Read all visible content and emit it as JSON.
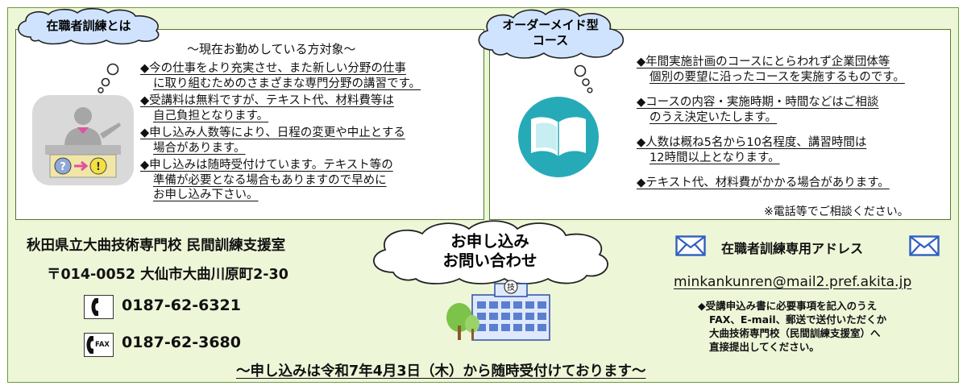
{
  "left_panel": {
    "cloud_label": "在職者訓練とは",
    "subtitle": "～現在お勤めしている方対象～",
    "bullets": [
      {
        "lines": [
          "◆今の仕事をより充実させ、また新しい分野の仕事",
          "に取り組むためのさまざまな専門分野の講習です。"
        ]
      },
      {
        "lines": [
          "◆受講料は無料ですが、テキスト代、材料費等は",
          "自己負担となります。"
        ]
      },
      {
        "lines": [
          "◆申し込み人数等により、日程の変更や中止とする",
          "場合があります。"
        ]
      },
      {
        "lines": [
          "◆申し込みは随時受付けています。テキスト等の",
          "準備が必要となる場合もありますので早めに",
          "お申し込み下さい。"
        ]
      }
    ]
  },
  "right_panel": {
    "cloud_line1": "オーダーメイド型",
    "cloud_line2": "コース",
    "bullets": [
      {
        "lines": [
          "◆年間実施計画のコースにとらわれず企業団体等",
          "個別の要望に沿ったコースを実施するものです。"
        ]
      },
      {
        "lines": [
          "◆コースの内容・実施時期・時間などはご相談",
          "のうえ決定いたします。"
        ]
      },
      {
        "lines": [
          "◆人数は概ね5名から10名程度、講習時間は",
          "12時間以上となります。"
        ]
      },
      {
        "lines": [
          "◆テキスト代、材料費がかかる場合があります。"
        ]
      }
    ],
    "note": "※電話等でご相談ください。"
  },
  "contact": {
    "org_name": "秋田県立大曲技術専門校 民間訓練支援室",
    "address": "〒014-0052 大仙市大曲川原町2-30",
    "phone": "0187-62-6321",
    "fax_label": "FAX",
    "fax": "0187-62-3680"
  },
  "center": {
    "line1": "お申し込み",
    "line2": "お問い合わせ",
    "building_mark": "技"
  },
  "email": {
    "label": "在職者訓練専用アドレス",
    "address": "minkankunren@mail2.pref.akita.jp",
    "instructions": [
      "◆受講申込み書に必要事項を記入のうえ",
      "FAX、E-mail、郵送で送付いただくか",
      "大曲技術専門校（民間訓練支援室）へ",
      "直接提出してください。"
    ]
  },
  "footer": {
    "notice": "～申し込みは令和7年4月3日（木）から随時受付けております～"
  },
  "icons": {
    "left_illustration": "instructor-desk-icon",
    "right_illustration": "open-book-icon",
    "phone": "phone-icon",
    "fax": "fax-icon",
    "mail": "envelope-icon",
    "building": "school-building-icon"
  },
  "colors": {
    "frame_bg": "#eef6d8",
    "frame_border": "#6a9a3e",
    "cloud_fill": "#cfe3ff",
    "book_circle": "#26aab8",
    "envelope": "#2f5fc0",
    "building": "#5b7fcf"
  }
}
